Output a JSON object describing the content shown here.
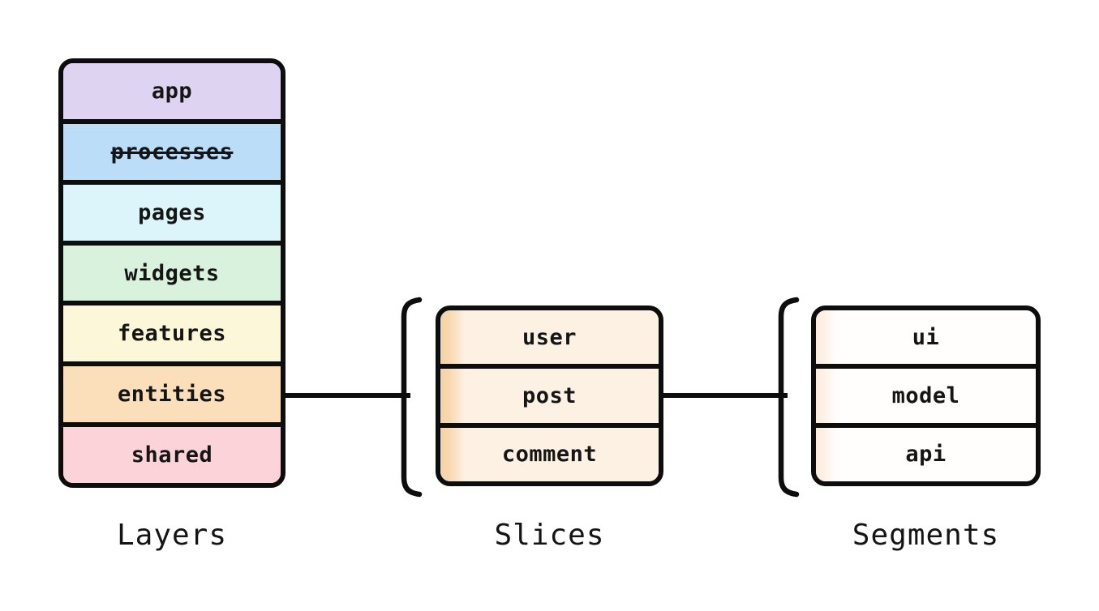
{
  "diagram": {
    "background": "#ffffff",
    "line_color": "#0d0d0d",
    "layers": {
      "caption": "Layers",
      "items": [
        {
          "label": "app",
          "color": "#ded3f0",
          "deprecated": false
        },
        {
          "label": "processes",
          "color": "#bbddf8",
          "deprecated": true
        },
        {
          "label": "pages",
          "color": "#dbf5fb",
          "deprecated": false
        },
        {
          "label": "widgets",
          "color": "#d9f2de",
          "deprecated": false
        },
        {
          "label": "features",
          "color": "#fcf7d9",
          "deprecated": false
        },
        {
          "label": "entities",
          "color": "#fbdfbb",
          "deprecated": false
        },
        {
          "label": "shared",
          "color": "#fcd3d8",
          "deprecated": false
        }
      ]
    },
    "slices": {
      "caption": "Slices",
      "fill": "#fdf1e4",
      "edge_color": "#f7d2a4",
      "items": [
        {
          "label": "user"
        },
        {
          "label": "post"
        },
        {
          "label": "comment"
        }
      ]
    },
    "segments": {
      "caption": "Segments",
      "fill": "#fffefd",
      "edge_color": "#fdf0e3",
      "items": [
        {
          "label": "ui"
        },
        {
          "label": "model"
        },
        {
          "label": "api"
        }
      ]
    }
  }
}
